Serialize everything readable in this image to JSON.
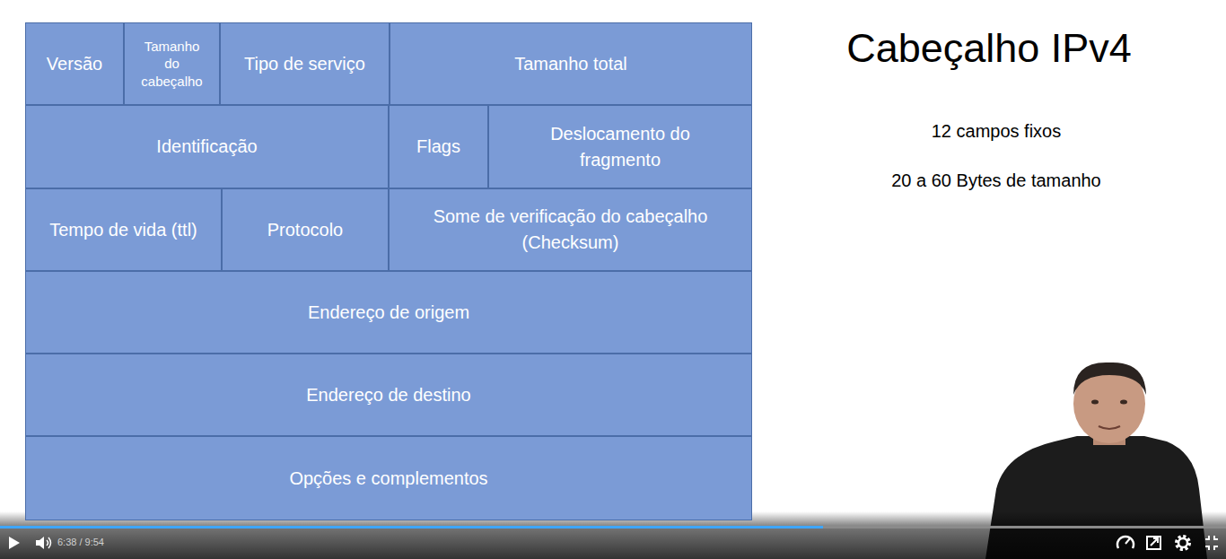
{
  "diagram": {
    "title": "Cabeçalho IPv4",
    "nodes": [
      {
        "text": [
          "Versão"
        ]
      },
      {
        "text": [
          "Tamanho do cabeçalho"
        ]
      },
      {
        "text": [
          "Tipo de serviço"
        ]
      },
      {
        "text": [
          "Tamanho total"
        ]
      },
      {
        "text": [
          "Identificação"
        ]
      },
      {
        "text": [
          "Flags"
        ]
      },
      {
        "text": [
          "Deslocamento do fragmento"
        ]
      },
      {
        "text": [
          "Tempo de vida (ttl)"
        ]
      },
      {
        "text": [
          "Protocolo"
        ]
      },
      {
        "text": [
          "Some de verificação do cabeçalho (Checksum)"
        ]
      },
      {
        "text": [
          "Endereço de origem"
        ]
      },
      {
        "text": [
          "Endereço de destino"
        ]
      },
      {
        "text": [
          "Opções e complementos"
        ]
      }
    ],
    "labels": [
      "12 campos fixos",
      "20 a 60 Bytes de tamanho",
      "6:38 / 9:54"
    ]
  }
}
